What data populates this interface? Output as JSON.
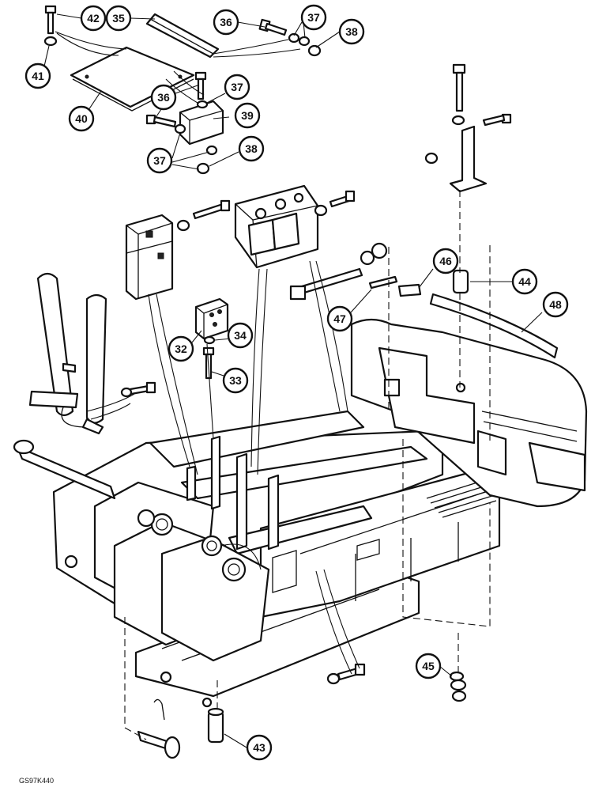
{
  "callouts": [
    {
      "n": "42"
    },
    {
      "n": "35"
    },
    {
      "n": "36"
    },
    {
      "n": "37"
    },
    {
      "n": "38"
    },
    {
      "n": "41"
    },
    {
      "n": "40"
    },
    {
      "n": "36"
    },
    {
      "n": "37"
    },
    {
      "n": "39"
    },
    {
      "n": "37"
    },
    {
      "n": "38"
    },
    {
      "n": "46"
    },
    {
      "n": "44"
    },
    {
      "n": "47"
    },
    {
      "n": "48"
    },
    {
      "n": "32"
    },
    {
      "n": "34"
    },
    {
      "n": "33"
    },
    {
      "n": "45"
    },
    {
      "n": "43"
    }
  ],
  "figure_code": "GS97K440"
}
